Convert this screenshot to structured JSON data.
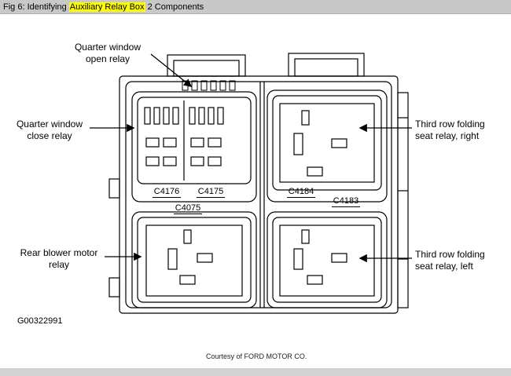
{
  "header": {
    "prefix": "Fig 6: Identifying ",
    "highlighted": "Auxiliary Relay Box",
    "suffix": " 2 Components"
  },
  "callouts": {
    "quarter_window_open": "Quarter window\nopen relay",
    "quarter_window_close": "Quarter window\nclose relay",
    "third_row_right": "Third row folding\nseat relay, right",
    "rear_blower": "Rear blower motor\nrelay",
    "third_row_left": "Third row folding\nseat relay, left"
  },
  "connectors": {
    "c4176": "C4176",
    "c4175": "C4175",
    "c4184": "C4184",
    "c4183": "C4183",
    "c4075": "C4075"
  },
  "footer": {
    "drawing_number": "G00322991",
    "courtesy": "Courtesy of FORD MOTOR CO."
  },
  "colors": {
    "highlight": "#ffff00",
    "header_bg": "#c8c8c8",
    "line": "#000000"
  }
}
